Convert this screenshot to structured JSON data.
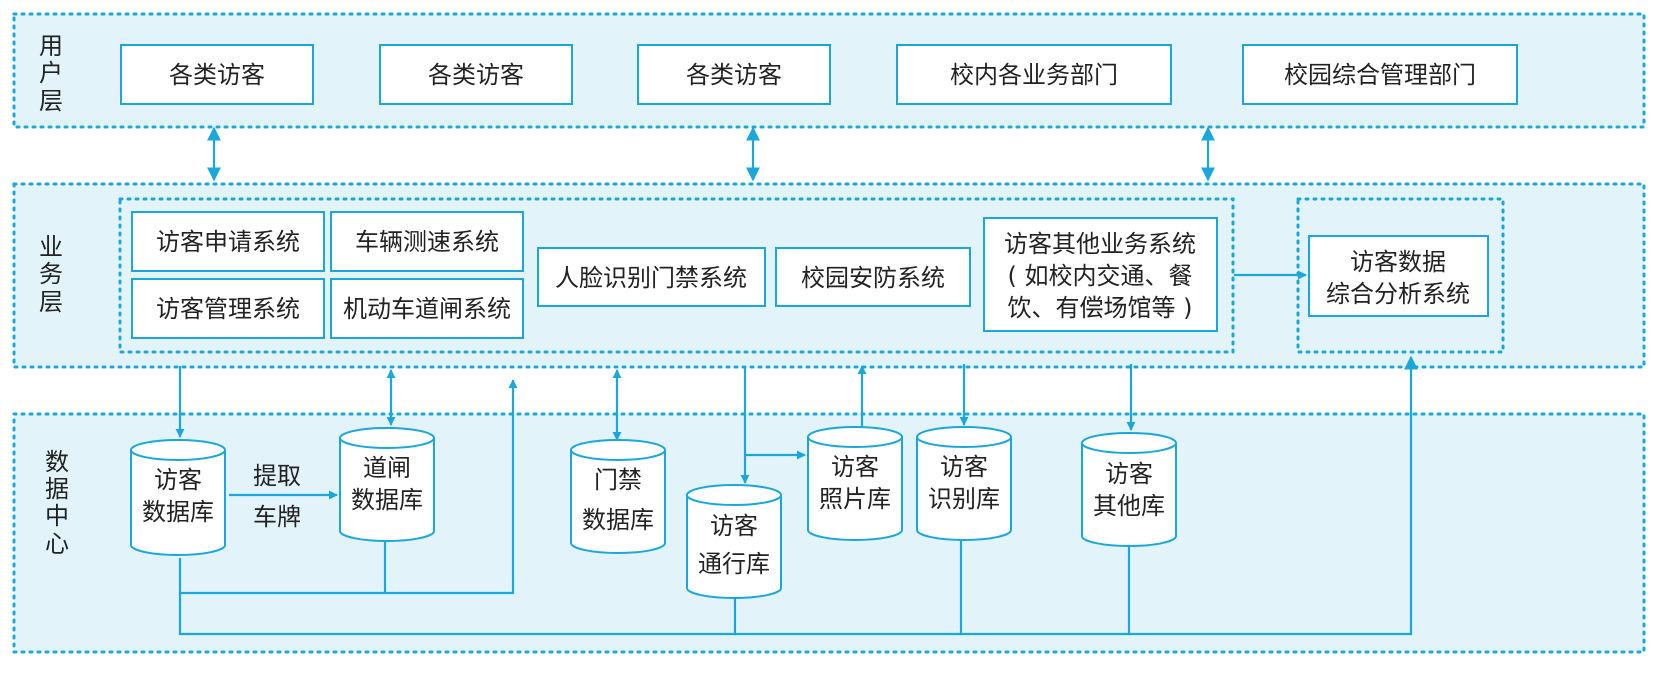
{
  "layers": {
    "user": "用户层",
    "business": "业务层",
    "data": "数据中心"
  },
  "user_boxes": [
    "各类访客",
    "各类访客",
    "各类访客",
    "校内各业务部门",
    "校园综合管理部门"
  ],
  "business_boxes": {
    "apply": "访客申请系统",
    "speed": "车辆测速系统",
    "manage": "访客管理系统",
    "gate": "机动车道闸系统",
    "face": "人脸识别门禁系统",
    "security": "校园安防系统",
    "other": [
      "访客其他业务系统",
      "( 如校内交通、餐",
      "饮、有偿场馆等 )"
    ],
    "analysis": [
      "访客数据",
      "综合分析系统"
    ]
  },
  "databases": {
    "visitor": [
      "访客",
      "数据库"
    ],
    "gate": [
      "道闸",
      "数据库"
    ],
    "access": [
      "门禁",
      "数据库"
    ],
    "pass": [
      "访客",
      "通行库"
    ],
    "photo": [
      "访客",
      "照片库"
    ],
    "recog": [
      "访客",
      "识别库"
    ],
    "other": [
      "访客",
      "其他库"
    ]
  },
  "extract_label": [
    "提取",
    "车牌"
  ],
  "colors": {
    "accent": "#1aa7db",
    "layer_fill": "#e3f3fa",
    "box_fill": "#ffffff",
    "text": "#222222"
  }
}
